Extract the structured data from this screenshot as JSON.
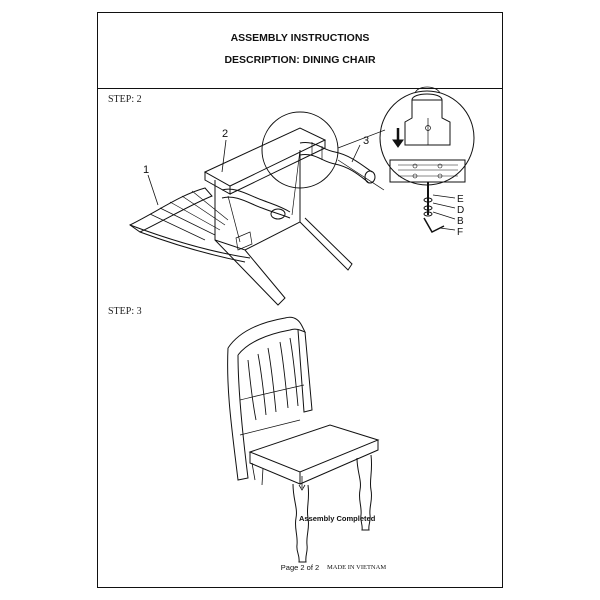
{
  "header": {
    "title": "ASSEMBLY INSTRUCTIONS",
    "description": "DESCRIPTION: DINING CHAIR"
  },
  "steps": {
    "step2_label": "STEP: 2",
    "step3_label": "STEP: 3"
  },
  "callouts": {
    "part1": "1",
    "part2": "2",
    "part3": "3"
  },
  "hardware": {
    "e": "E",
    "d": "D",
    "b": "B",
    "f": "F"
  },
  "footer": {
    "completed": "Assembly Completed",
    "page_prefix": "Page",
    "page_current": "2",
    "page_of": "of",
    "page_total": "2",
    "made_in": "MADE IN VIETNAM"
  }
}
